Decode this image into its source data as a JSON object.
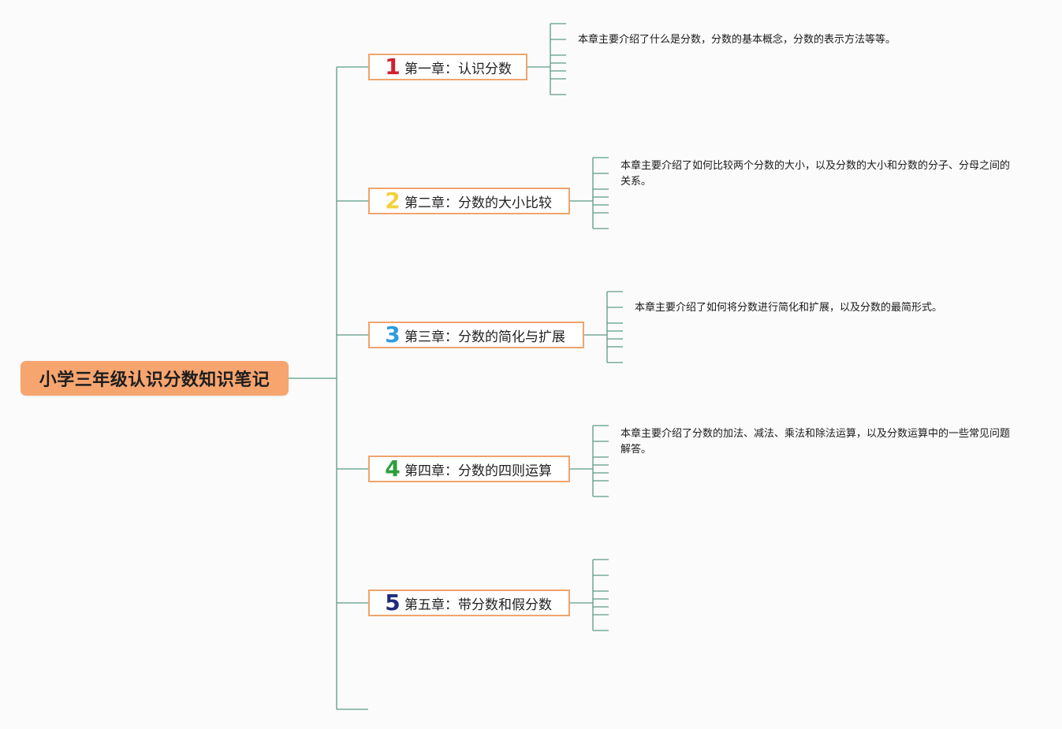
{
  "root": {
    "title": "小学三年级认识分数知识笔记"
  },
  "chapters": [
    {
      "num": "1",
      "label": "第一章：认识分数",
      "color": "#d5202f",
      "desc": "本章主要介绍了什么是分数，分数的基本概念，分数的表示方法等等。"
    },
    {
      "num": "2",
      "label": "第二章：分数的大小比较",
      "color": "#f2d13c",
      "desc": "本章主要介绍了如何比较两个分数的大小，以及分数的大小和分数的分子、分母之间的关系。"
    },
    {
      "num": "3",
      "label": "第三章：分数的简化与扩展",
      "color": "#2f9be0",
      "desc": "本章主要介绍了如何将分数进行简化和扩展，以及分数的最简形式。"
    },
    {
      "num": "4",
      "label": "第四章：分数的四则运算",
      "color": "#2e9e3c",
      "desc": "本章主要介绍了分数的加法、减法、乘法和除法运算，以及分数运算中的一些常见问题解答。"
    },
    {
      "num": "5",
      "label": "第五章：带分数和假分数",
      "color": "#1f2b7a",
      "desc": ""
    }
  ],
  "colors": {
    "connector": "#5d9b85",
    "chapter_border": "#f0a46c",
    "root_fill": "#f6a56f"
  }
}
